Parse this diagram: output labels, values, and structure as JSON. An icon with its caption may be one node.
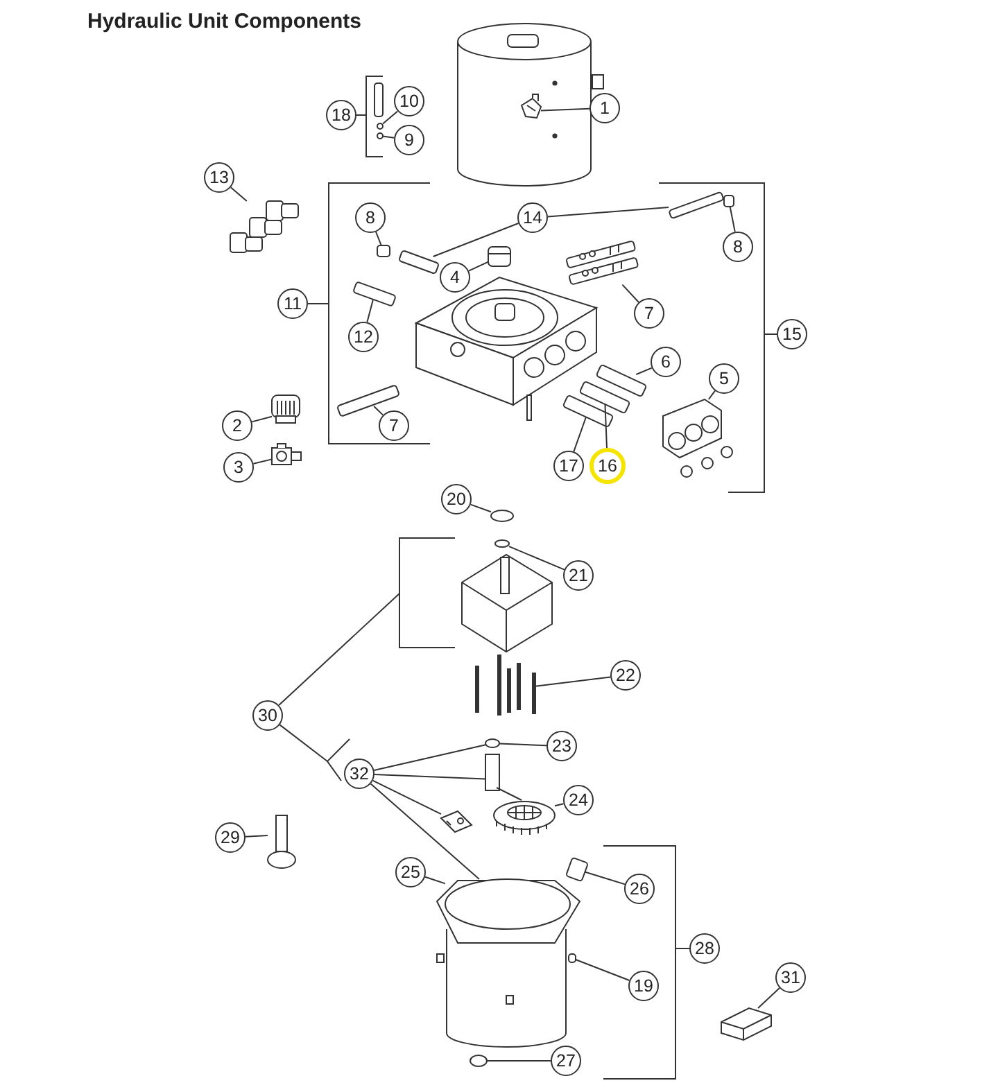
{
  "diagram": {
    "title": "Hydraulic Unit Components",
    "nodes": [
      {
        "text": [
          "1"
        ]
      },
      {
        "text": [
          "18"
        ]
      },
      {
        "text": [
          "10"
        ]
      },
      {
        "text": [
          "9"
        ]
      },
      {
        "text": [
          "13"
        ]
      },
      {
        "text": [
          "8"
        ]
      },
      {
        "text": [
          "14"
        ]
      },
      {
        "text": [
          "8"
        ]
      },
      {
        "text": [
          "4"
        ]
      },
      {
        "text": [
          "7"
        ]
      },
      {
        "text": [
          "11"
        ]
      },
      {
        "text": [
          "12"
        ]
      },
      {
        "text": [
          "15"
        ]
      },
      {
        "text": [
          "2"
        ]
      },
      {
        "text": [
          "7"
        ]
      },
      {
        "text": [
          "6"
        ]
      },
      {
        "text": [
          "5"
        ]
      },
      {
        "text": [
          "17"
        ]
      },
      {
        "text": [
          "16"
        ]
      },
      {
        "text": [
          "3"
        ]
      },
      {
        "text": [
          "20"
        ]
      },
      {
        "text": [
          "21"
        ]
      },
      {
        "text": [
          "22"
        ]
      },
      {
        "text": [
          "30"
        ]
      },
      {
        "text": [
          "23"
        ]
      },
      {
        "text": [
          "32"
        ]
      },
      {
        "text": [
          "24"
        ]
      },
      {
        "text": [
          "29"
        ]
      },
      {
        "text": [
          "25"
        ]
      },
      {
        "text": [
          "26"
        ]
      },
      {
        "text": [
          "28"
        ]
      },
      {
        "text": [
          "19"
        ]
      },
      {
        "text": [
          "31"
        ]
      },
      {
        "text": [
          "27"
        ]
      },
      {
        "text": [],
        "shape": "picture"
      },
      {
        "text": [],
        "shape": "circle"
      },
      {
        "text": [],
        "shape": "circle"
      },
      {
        "text": [],
        "shape": "picture"
      },
      {
        "text": [],
        "shape": "box"
      },
      {
        "text": [],
        "shape": "box"
      },
      {
        "text": [],
        "shape": "box"
      },
      {
        "text": [],
        "shape": "box"
      },
      {
        "text": [],
        "shape": "picture"
      },
      {
        "text": [],
        "shape": "picture"
      },
      {
        "text": [],
        "shape": "box"
      },
      {
        "text": [],
        "shape": "picture"
      },
      {
        "text": [],
        "shape": "box"
      },
      {
        "text": [],
        "shape": "box"
      },
      {
        "text": [],
        "shape": "picture"
      },
      {
        "text": [],
        "shape": "box"
      },
      {
        "text": [],
        "shape": "box"
      },
      {
        "text": [],
        "shape": "picture"
      },
      {
        "text": [],
        "shape": "circle"
      },
      {
        "text": [],
        "shape": "circle"
      },
      {
        "text": [],
        "shape": "picture"
      },
      {
        "text": [],
        "shape": "circle"
      },
      {
        "text": [],
        "shape": "picture"
      },
      {
        "text": [],
        "shape": "picture"
      },
      {
        "text": [],
        "shape": "picture"
      },
      {
        "text": [],
        "shape": "circle"
      },
      {
        "text": [],
        "shape": "picture"
      },
      {
        "text": [],
        "shape": "box"
      },
      {
        "text": [],
        "shape": "box"
      },
      {
        "text": [],
        "shape": "picture"
      },
      {
        "text": [],
        "shape": "circle"
      },
      {
        "text": [],
        "shape": "bracket"
      }
    ],
    "edges": [
      {
        "from": 0,
        "to": 34,
        "arrow": "none"
      },
      {
        "from": 1,
        "to": null,
        "arrow": "none"
      },
      {
        "from": 2,
        "to": 35,
        "arrow": "none"
      },
      {
        "from": 3,
        "to": 36,
        "arrow": "none"
      },
      {
        "from": 4,
        "to": 37,
        "arrow": "none"
      },
      {
        "from": 5,
        "to": 38,
        "arrow": "none"
      },
      {
        "from": 6,
        "to": 39,
        "arrow": "none"
      },
      {
        "from": 6,
        "to": 40,
        "arrow": "none"
      },
      {
        "from": 7,
        "to": 41,
        "arrow": "none"
      },
      {
        "from": 8,
        "to": 42,
        "arrow": "none"
      },
      {
        "from": 9,
        "to": 43,
        "arrow": "none"
      },
      {
        "from": 10,
        "to": null,
        "arrow": "none"
      },
      {
        "from": 11,
        "to": 44,
        "arrow": "none"
      },
      {
        "from": 12,
        "to": null,
        "arrow": "none"
      },
      {
        "from": 13,
        "to": 45,
        "arrow": "none"
      },
      {
        "from": 14,
        "to": 46,
        "arrow": "none"
      },
      {
        "from": 15,
        "to": 47,
        "arrow": "none"
      },
      {
        "from": 16,
        "to": 48,
        "arrow": "none"
      },
      {
        "from": 17,
        "to": 49,
        "arrow": "none"
      },
      {
        "from": 18,
        "to": 50,
        "arrow": "none"
      },
      {
        "from": 19,
        "to": 51,
        "arrow": "none"
      },
      {
        "from": 20,
        "to": 52,
        "arrow": "none"
      },
      {
        "from": 21,
        "to": 53,
        "arrow": "none"
      },
      {
        "from": 22,
        "to": 54,
        "arrow": "none"
      },
      {
        "from": 23,
        "to": null,
        "arrow": "none"
      },
      {
        "from": 23,
        "to": 65,
        "arrow": "none"
      },
      {
        "from": 24,
        "to": 55,
        "arrow": "none"
      },
      {
        "from": 25,
        "to": 55,
        "arrow": "none"
      },
      {
        "from": 25,
        "to": 56,
        "arrow": "none"
      },
      {
        "from": 25,
        "to": 58,
        "arrow": "none"
      },
      {
        "from": 25,
        "to": 59,
        "arrow": "none"
      },
      {
        "from": 26,
        "to": 57,
        "arrow": "none"
      },
      {
        "from": 27,
        "to": 60,
        "arrow": "none"
      },
      {
        "from": 28,
        "to": 59,
        "arrow": "none"
      },
      {
        "from": 29,
        "to": 61,
        "arrow": "none"
      },
      {
        "from": 30,
        "to": null,
        "arrow": "none"
      },
      {
        "from": 31,
        "to": 62,
        "arrow": "none"
      },
      {
        "from": 32,
        "to": 63,
        "arrow": "none"
      },
      {
        "from": 33,
        "to": 64,
        "arrow": "none"
      }
    ]
  }
}
